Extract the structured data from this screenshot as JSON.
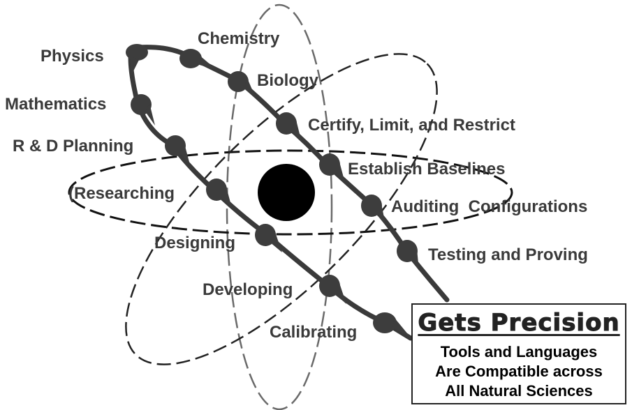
{
  "colors": {
    "ink": "#2b2b2b",
    "text": "#3a3a3a",
    "orbit_dark": "#111111",
    "orbit_light": "#666666",
    "background": "#ffffff"
  },
  "labels": {
    "physics": "Physics",
    "chemistry": "Chemistry",
    "biology": "Biology",
    "mathematics": "Mathematics",
    "rd_planning": "R & D Planning",
    "researching": "(Researching",
    "designing": "Designing",
    "developing": "Developing",
    "calibrating": "Calibrating",
    "certify": "Certify, Limit, and Restrict",
    "baselines": "Establish Baselines",
    "auditing": "Auditing  Configurations",
    "testing": "Testing and Proving"
  },
  "callout": {
    "title": "Gets Precision",
    "line1": "Tools and Languages",
    "line2": "Are Compatible across",
    "line3": "All Natural Sciences"
  }
}
